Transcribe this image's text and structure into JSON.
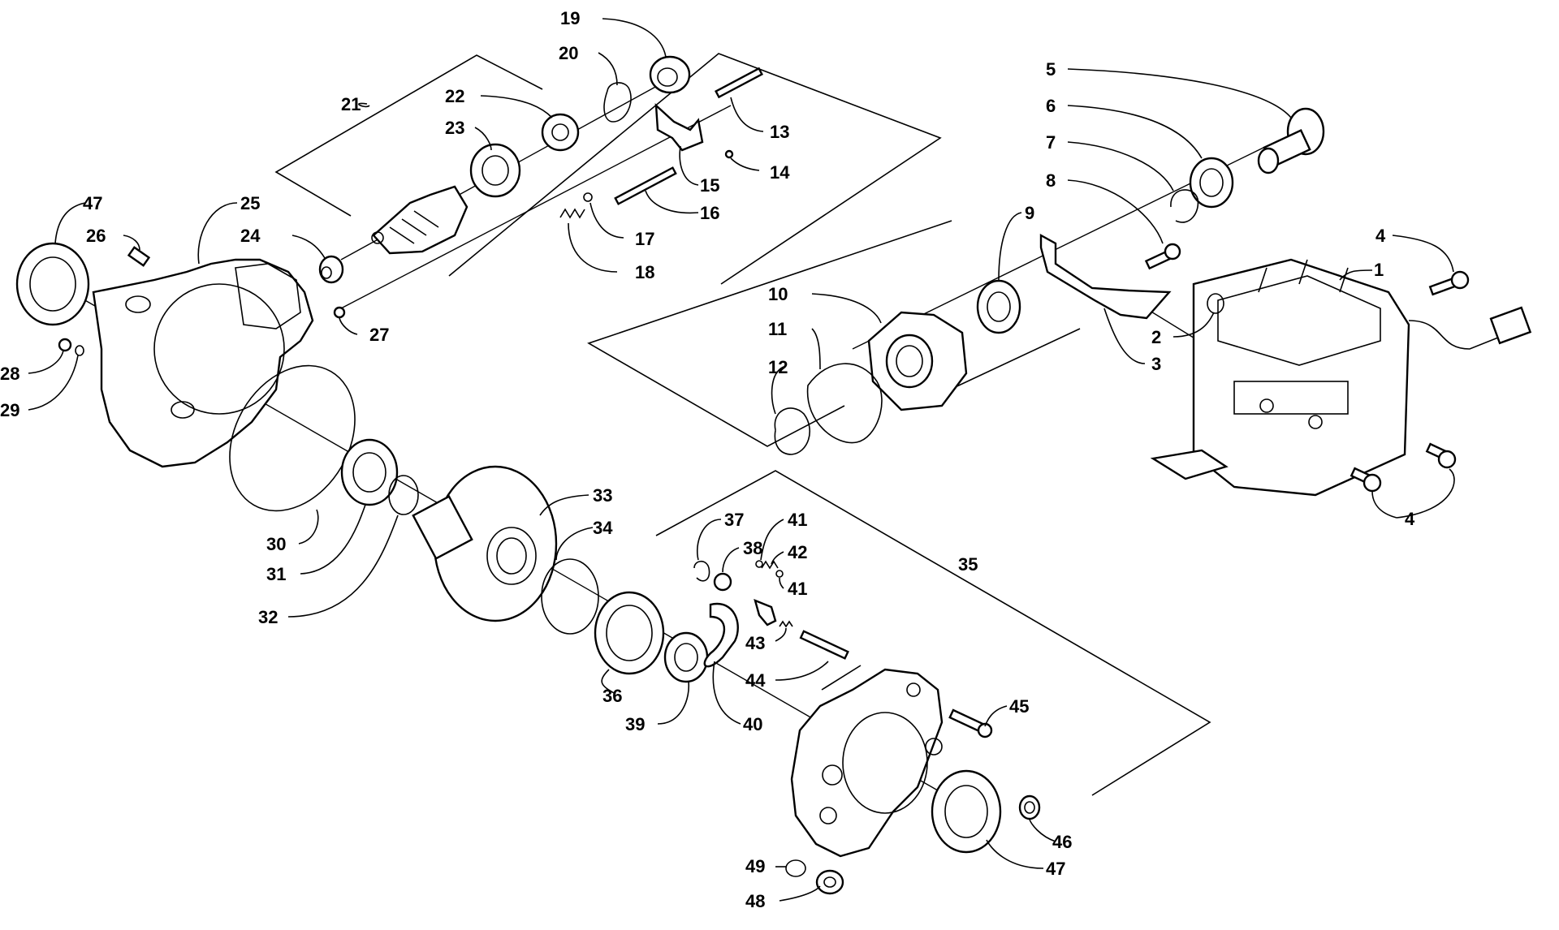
{
  "diagram": {
    "callouts": [
      {
        "id": "c1",
        "label": "1"
      },
      {
        "id": "c2",
        "label": "2"
      },
      {
        "id": "c3",
        "label": "3"
      },
      {
        "id": "c4a",
        "label": "4"
      },
      {
        "id": "c4b",
        "label": "4"
      },
      {
        "id": "c5",
        "label": "5"
      },
      {
        "id": "c6",
        "label": "6"
      },
      {
        "id": "c7",
        "label": "7"
      },
      {
        "id": "c8",
        "label": "8"
      },
      {
        "id": "c9",
        "label": "9"
      },
      {
        "id": "c10",
        "label": "10"
      },
      {
        "id": "c11",
        "label": "11"
      },
      {
        "id": "c12",
        "label": "12"
      },
      {
        "id": "c13",
        "label": "13"
      },
      {
        "id": "c14",
        "label": "14"
      },
      {
        "id": "c15",
        "label": "15"
      },
      {
        "id": "c16",
        "label": "16"
      },
      {
        "id": "c17",
        "label": "17"
      },
      {
        "id": "c18",
        "label": "18"
      },
      {
        "id": "c19",
        "label": "19"
      },
      {
        "id": "c20",
        "label": "20"
      },
      {
        "id": "c21",
        "label": "21"
      },
      {
        "id": "c22",
        "label": "22"
      },
      {
        "id": "c23",
        "label": "23"
      },
      {
        "id": "c24",
        "label": "24"
      },
      {
        "id": "c25",
        "label": "25"
      },
      {
        "id": "c26",
        "label": "26"
      },
      {
        "id": "c27",
        "label": "27"
      },
      {
        "id": "c28",
        "label": "28"
      },
      {
        "id": "c29",
        "label": "29"
      },
      {
        "id": "c30",
        "label": "30"
      },
      {
        "id": "c31",
        "label": "31"
      },
      {
        "id": "c32",
        "label": "32"
      },
      {
        "id": "c33",
        "label": "33"
      },
      {
        "id": "c34",
        "label": "34"
      },
      {
        "id": "c35",
        "label": "35"
      },
      {
        "id": "c36",
        "label": "36"
      },
      {
        "id": "c37",
        "label": "37"
      },
      {
        "id": "c38",
        "label": "38"
      },
      {
        "id": "c39",
        "label": "39"
      },
      {
        "id": "c40",
        "label": "40"
      },
      {
        "id": "c41a",
        "label": "41"
      },
      {
        "id": "c41b",
        "label": "41"
      },
      {
        "id": "c42",
        "label": "42"
      },
      {
        "id": "c43",
        "label": "43"
      },
      {
        "id": "c44",
        "label": "44"
      },
      {
        "id": "c45",
        "label": "45"
      },
      {
        "id": "c46",
        "label": "46"
      },
      {
        "id": "c47a",
        "label": "47"
      },
      {
        "id": "c47b",
        "label": "47"
      },
      {
        "id": "c48",
        "label": "48"
      },
      {
        "id": "c49",
        "label": "49"
      }
    ]
  }
}
